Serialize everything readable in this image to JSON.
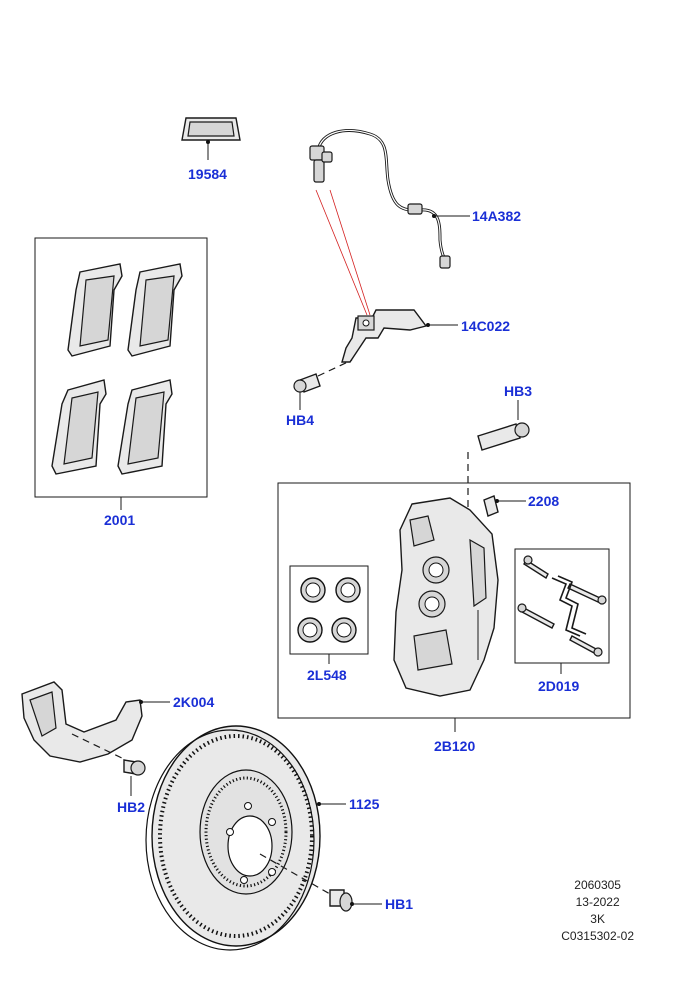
{
  "parts": [
    {
      "id": "p19584",
      "label": "19584"
    },
    {
      "id": "p14A382",
      "label": "14A382"
    },
    {
      "id": "p14C022",
      "label": "14C022"
    },
    {
      "id": "pHB4",
      "label": "HB4"
    },
    {
      "id": "p2001",
      "label": "2001"
    },
    {
      "id": "pHB3",
      "label": "HB3"
    },
    {
      "id": "p2208",
      "label": "2208"
    },
    {
      "id": "p2L548",
      "label": "2L548"
    },
    {
      "id": "p2D019",
      "label": "2D019"
    },
    {
      "id": "p2K004",
      "label": "2K004"
    },
    {
      "id": "p2B120",
      "label": "2B120"
    },
    {
      "id": "pHB2",
      "label": "HB2"
    },
    {
      "id": "p1125",
      "label": "1125"
    },
    {
      "id": "pHB1",
      "label": "HB1"
    }
  ],
  "reference": {
    "line1": "2060305",
    "line2": "13-2022",
    "line3": "3K",
    "line4": "C0315302-02"
  }
}
